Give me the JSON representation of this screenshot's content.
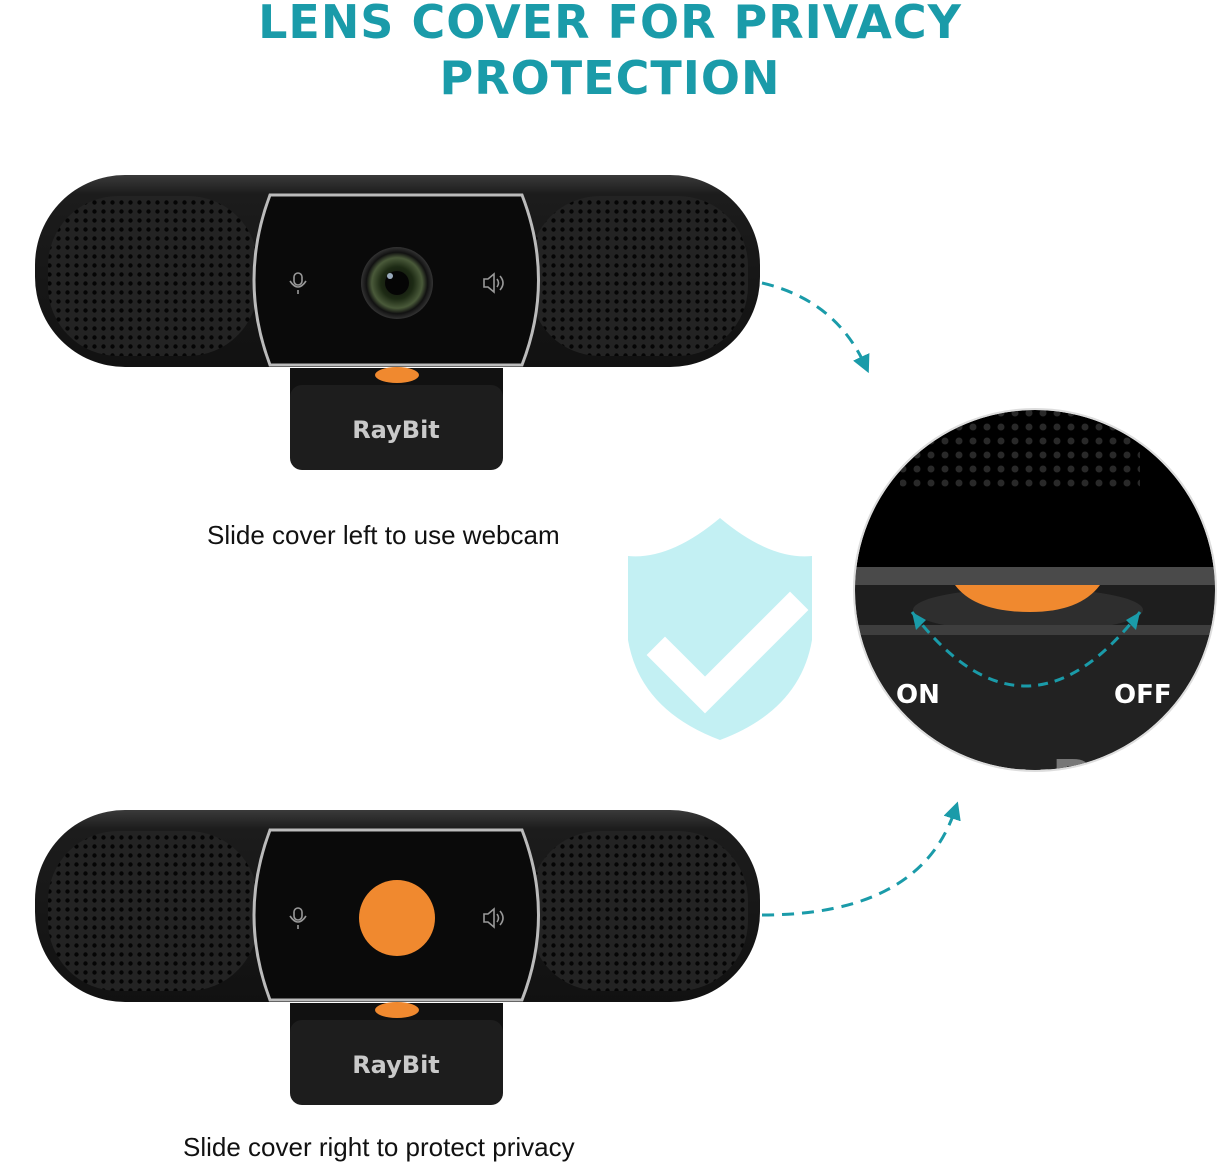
{
  "title": {
    "line1": "LENS COVER FOR PRIVACY",
    "line2": "PROTECTION"
  },
  "webcams": [
    {
      "brand": "RayBit",
      "cover_state": "open",
      "caption": "Slide cover left to use webcam"
    },
    {
      "brand": "RayBit",
      "cover_state": "closed",
      "caption": "Slide cover right to protect privacy"
    }
  ],
  "detail": {
    "on_label": "ON",
    "off_label": "OFF",
    "brand_partial": "yB"
  },
  "colors": {
    "accent": "#1a9ba9",
    "cover_orange": "#f0892f",
    "body": "#1b1b1b",
    "shield": "#bdeef2"
  },
  "icons": [
    "microphone-icon",
    "speaker-icon",
    "shield-check-icon",
    "dashed-arrow-icon"
  ]
}
